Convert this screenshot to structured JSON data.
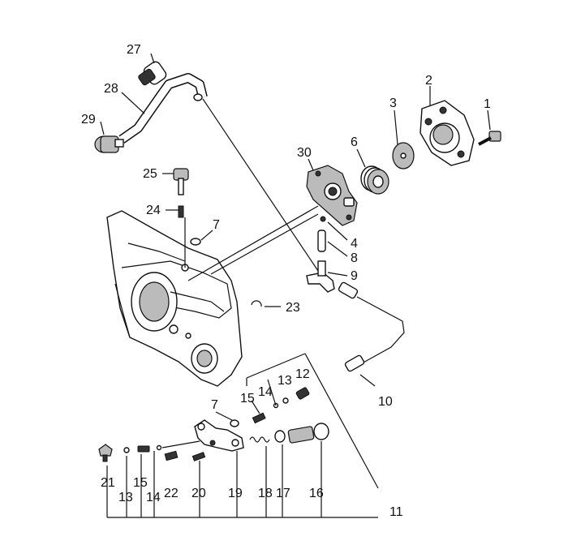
{
  "diagram": {
    "title": "",
    "callouts": [
      "27",
      "28",
      "29",
      "25",
      "24",
      "30",
      "6",
      "3",
      "2",
      "1",
      "7",
      "4",
      "8",
      "9",
      "23",
      "10",
      "12",
      "13",
      "14",
      "15",
      "7",
      "21",
      "13",
      "15",
      "14",
      "22",
      "20",
      "19",
      "18",
      "17",
      "16",
      "11"
    ]
  }
}
